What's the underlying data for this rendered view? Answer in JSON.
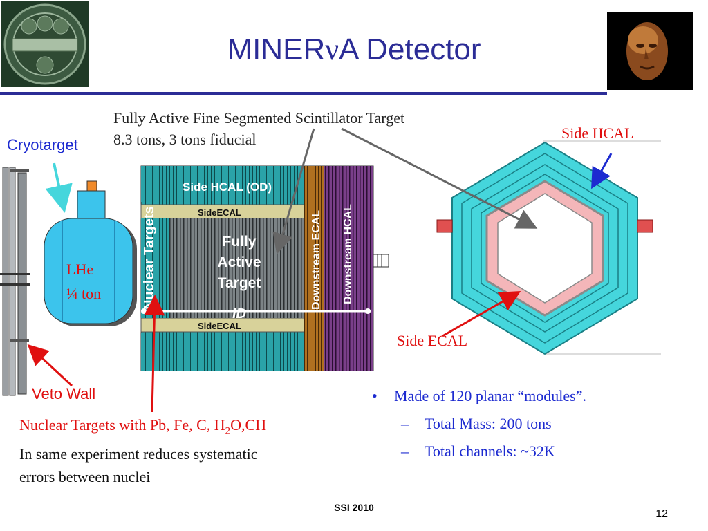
{
  "title_prefix": "MINER",
  "title_nu": "ν",
  "title_suffix": "A Detector",
  "target_caption": {
    "line1": "Fully Active Fine Segmented Scintillator Target",
    "line2": "8.3 tons, 3 tons fiducial"
  },
  "cryotarget_label": "Cryotarget",
  "lhe_label": {
    "line1": "LHe",
    "line2": "¼ ton"
  },
  "veto_wall_label": "Veto Wall",
  "detector_labels": {
    "side_hcal_od": "Side HCAL (OD)",
    "side_ecal_top": "SideECAL",
    "side_ecal_bottom": "SideECAL",
    "nuclear_targets": "Nuclear Targets",
    "fully_active_target": [
      "Fully",
      "Active",
      "Target"
    ],
    "id": "ID",
    "downstream_ecal": "Downstream ECAL",
    "downstream_hcal": "Downstream HCAL"
  },
  "side_hcal_label": "Side HCAL",
  "side_ecal_label": "Side ECAL",
  "nuclear_targets_caption": {
    "prefix": "Nuclear Targets with Pb, Fe, C, H",
    "sub": "2",
    "suffix": "O,CH",
    "line2": "In same experiment reduces systematic",
    "line3": "errors between nuclei"
  },
  "bullets": {
    "main": "Made of 120 planar “modules”.",
    "sub": [
      "Total Mass:  200 tons",
      "Total channels:  ~32K"
    ]
  },
  "footer": "SSI 2010",
  "page_number": "12",
  "colors": {
    "title": "#2b2c96",
    "label_blue": "#1d2bd0",
    "label_red": "#e01010",
    "cyan": "#45d6dc",
    "teal": "#2aa3a8",
    "pink": "#f4b6b9",
    "purple": "#7a3f8a",
    "orange": "#b07020"
  }
}
